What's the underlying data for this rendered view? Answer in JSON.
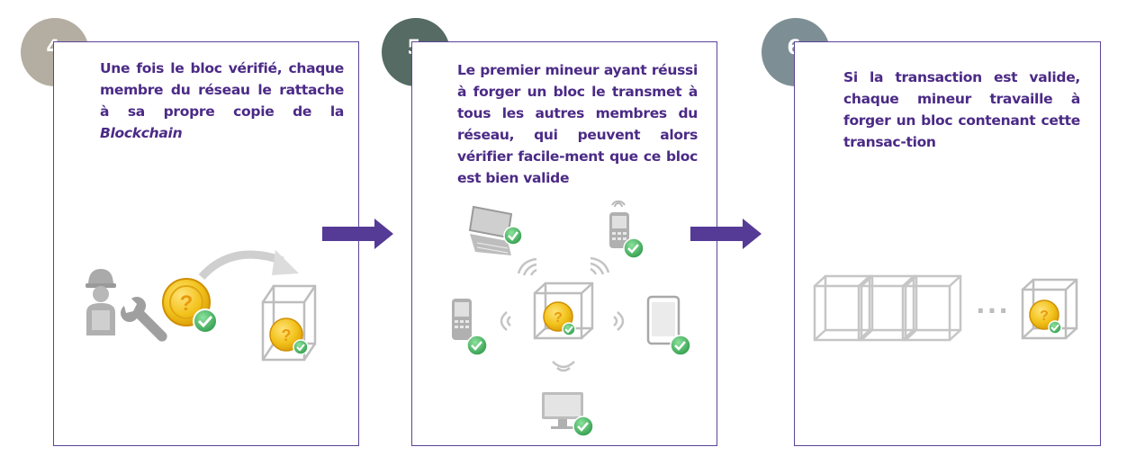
{
  "steps": [
    {
      "number": "4",
      "text_before": "Une fois le bloc vérifié, chaque membre du réseau le rattache à sa propre copie de la ",
      "text_italic": "Blockchain",
      "text_after": ""
    },
    {
      "number": "5",
      "text": "Le premier mineur ayant réussi à forger un bloc le transmet à tous les autres membres du réseau, qui peuvent alors vérifier facile-ment que ce bloc est bien valide"
    },
    {
      "number": "6",
      "text": "Si la transaction est valide, chaque mineur travaille à forger un bloc contenant cette transac-tion",
      "ellipsis": "..."
    }
  ],
  "colors": {
    "border": "#5b4396",
    "text": "#4b2a86",
    "arrow": "#553a96",
    "circle_4": "#b4aea2",
    "circle_5": "#556b64",
    "circle_6": "#7d8f94",
    "coin": "#f2c21a",
    "check": "#3fae5a",
    "device": "#bdbdbd"
  }
}
